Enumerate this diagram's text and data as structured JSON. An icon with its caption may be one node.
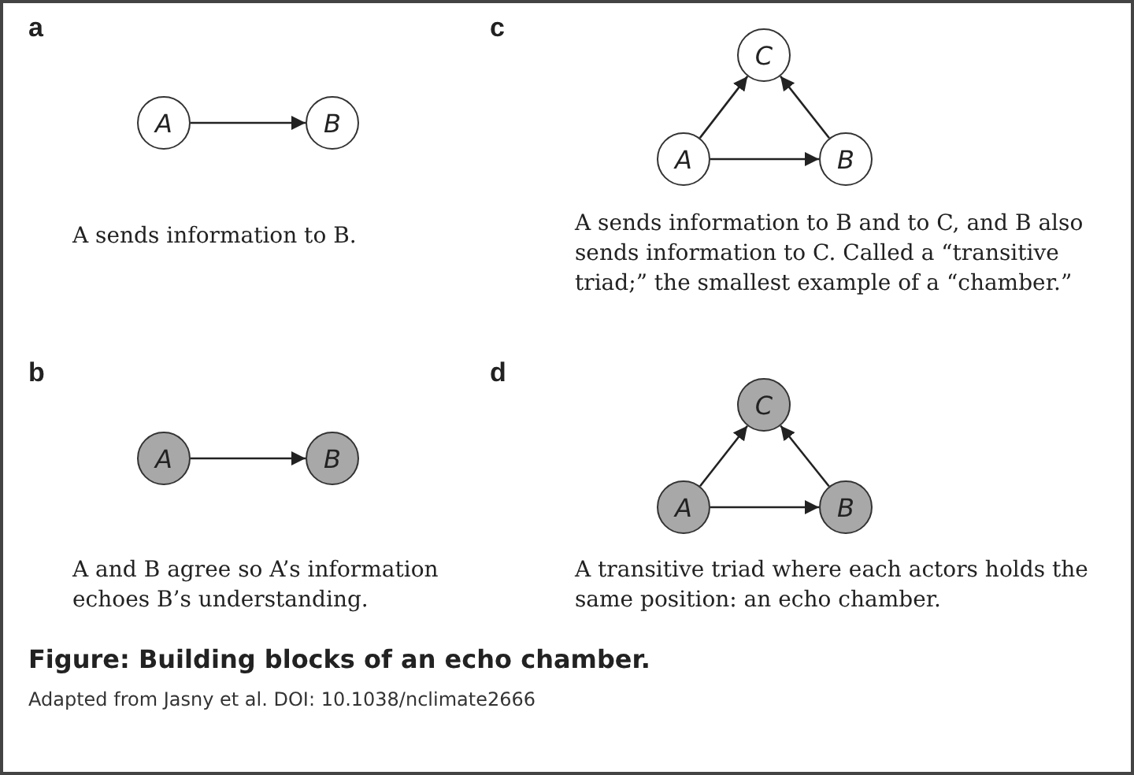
{
  "diagram": {
    "title": "Figure: Building blocks of an echo chamber.",
    "caption": "Adapted from Jasny et al. DOI: 10.1038/nclimate2666",
    "nodes": [
      {
        "text": [
          "A"
        ]
      },
      {
        "text": [
          "B"
        ]
      },
      {
        "text": [
          "C"
        ]
      },
      {
        "text": [
          "A"
        ]
      },
      {
        "text": [
          "B"
        ]
      },
      {
        "text": [
          "A"
        ]
      },
      {
        "text": [
          "B"
        ]
      },
      {
        "text": [
          "C"
        ]
      },
      {
        "text": [
          "A"
        ]
      },
      {
        "text": [
          "B"
        ]
      }
    ],
    "edges": [
      {
        "from": 0,
        "to": 1,
        "arrow": "to"
      },
      {
        "from": 3,
        "to": 2,
        "arrow": "to"
      },
      {
        "from": 4,
        "to": 2,
        "arrow": "to"
      },
      {
        "from": 3,
        "to": 4,
        "arrow": "to"
      },
      {
        "from": 5,
        "to": 6,
        "arrow": "to"
      },
      {
        "from": 8,
        "to": 7,
        "arrow": "to"
      },
      {
        "from": 9,
        "to": 7,
        "arrow": "to"
      },
      {
        "from": 8,
        "to": 9,
        "arrow": "to"
      }
    ],
    "labels": [
      "a",
      "c",
      "A sends information to B.",
      "A sends information to B and to C, and B also sends information to C. Called a “transitive triad;” the smallest example of a “chamber.”",
      "b",
      "d",
      "A and B agree so A’s information echoes B’s understanding.",
      "A transitive triad where each actors holds the same position: an echo chamber."
    ]
  }
}
